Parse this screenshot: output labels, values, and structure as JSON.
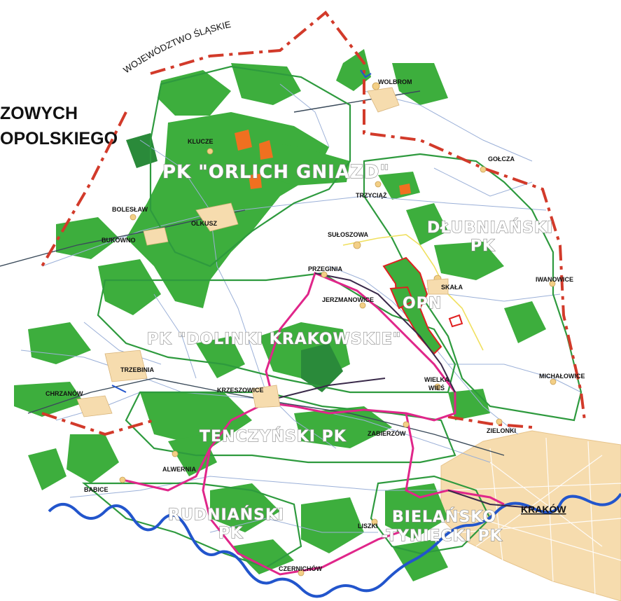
{
  "title": {
    "line1": "ZOWYCH",
    "line2": "OPOLSKIEGO"
  },
  "voivodeship_label": "WOJEWÓDZTWO ŚLĄSKIE",
  "parks": {
    "orlich": "PK \"ORLICH GNIAZD\"",
    "dolinki": "PK \"DOLINKI KRAKOWSKIE\"",
    "dlubnianski_1": "DŁUBNIAŃSKI",
    "dlubnianski_2": "PK",
    "opn": "OPN",
    "tenczynski": "TENCZYŃSKI PK",
    "rudnianski_1": "RUDNIAŃSKI",
    "rudnianski_2": "PK",
    "bielansko_1": "BIELAŃSKO",
    "bielansko_2": "-TYNIECKI PK"
  },
  "towns": {
    "wolbrom": "WOLBROM",
    "klucze": "KLUCZE",
    "golcza": "GOŁCZA",
    "trzyciaz": "TRZYCIĄŻ",
    "boleslaw": "BOLESŁAW",
    "olkusz": "OLKUSZ",
    "bukowno": "BUKOWNO",
    "suloszowa": "SUŁOSZOWA",
    "przeginia": "PRZEGINIA",
    "skala": "SKAŁA",
    "iwanowice": "IWANOWICE",
    "jerzmanowice": "JERZMANOWICE",
    "trzebinia": "TRZEBINIA",
    "krzeszowice": "KRZESZOWICE",
    "wielka_wies_1": "WIELKA",
    "wielka_wies_2": "WIEŚ",
    "michalowice": "MICHAŁOWICE",
    "chrzanow": "CHRZANÓW",
    "zelonki": "ZIELONKI",
    "zabierzow": "ZABIERZÓW",
    "alwernia": "ALWERNIA",
    "babice": "BABICE",
    "liszki": "LISZKI",
    "czernichow": "CZERNICHÓW",
    "krakow": "KRAKÓW"
  },
  "colors": {
    "forest": "#3dae3d",
    "forest_dark": "#2a8a3a",
    "park_border": "#2e9a3e",
    "voivodeship_border": "#d23a2a",
    "trail": "#e0268a",
    "trail_dark": "#3a2a4a",
    "river": "#2255cc",
    "road": "#9bb0d8",
    "city": "#f6dcae",
    "town_dot": "#f3cf86",
    "opn_border": "#e02020",
    "yellow_line": "#f0e060"
  }
}
